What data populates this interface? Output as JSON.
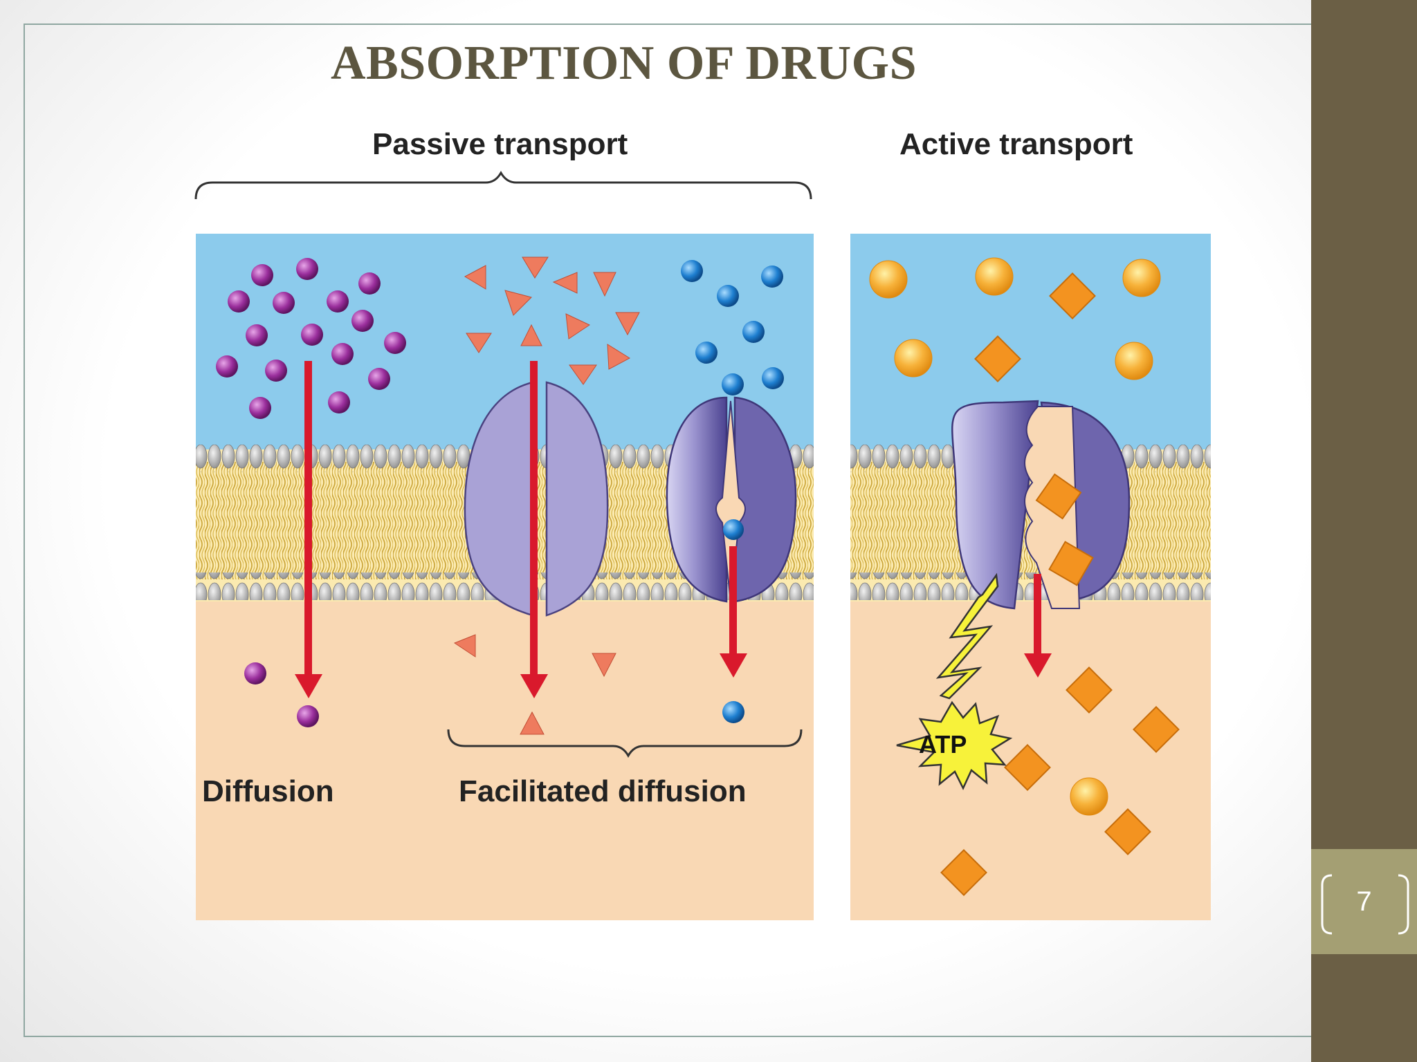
{
  "slide": {
    "title": "ABSORPTION OF DRUGS",
    "page_number": "7"
  },
  "diagram": {
    "passive_transport_label": "Passive transport",
    "active_transport_label": "Active transport",
    "diffusion_label": "Diffusion",
    "facilitated_diffusion_label": "Facilitated diffusion",
    "atp_label": "ATP"
  },
  "colors": {
    "band": "#6b5f45",
    "page_box": "#a49f73",
    "title": "#5c5640",
    "extracellular": "#8ccbec",
    "cytoplasm": "#f9d8b4",
    "arrow": "#d9192c",
    "protein": "#a9a2d6"
  }
}
